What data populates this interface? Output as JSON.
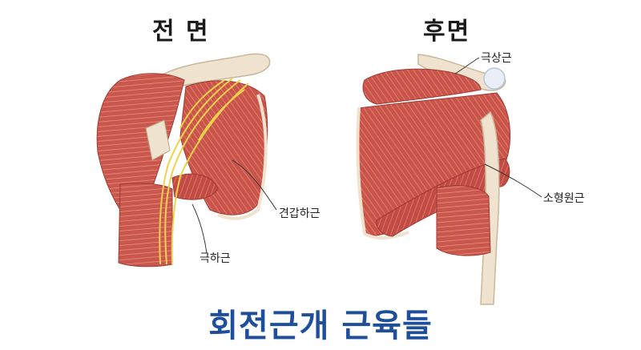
{
  "title": "회전근개 근육들",
  "views": {
    "front": "전 면",
    "back": "후면"
  },
  "labels": {
    "supraspinatus": "극상근",
    "subscapularis": "견갑하근",
    "teres_major": "극하근",
    "infraspinatus_teres_minor": "소형원근"
  },
  "colors": {
    "title": "#1f4e9a",
    "muscle": "#c9544a",
    "bone": "#efe3cf",
    "nerve": "#f0d24a"
  }
}
